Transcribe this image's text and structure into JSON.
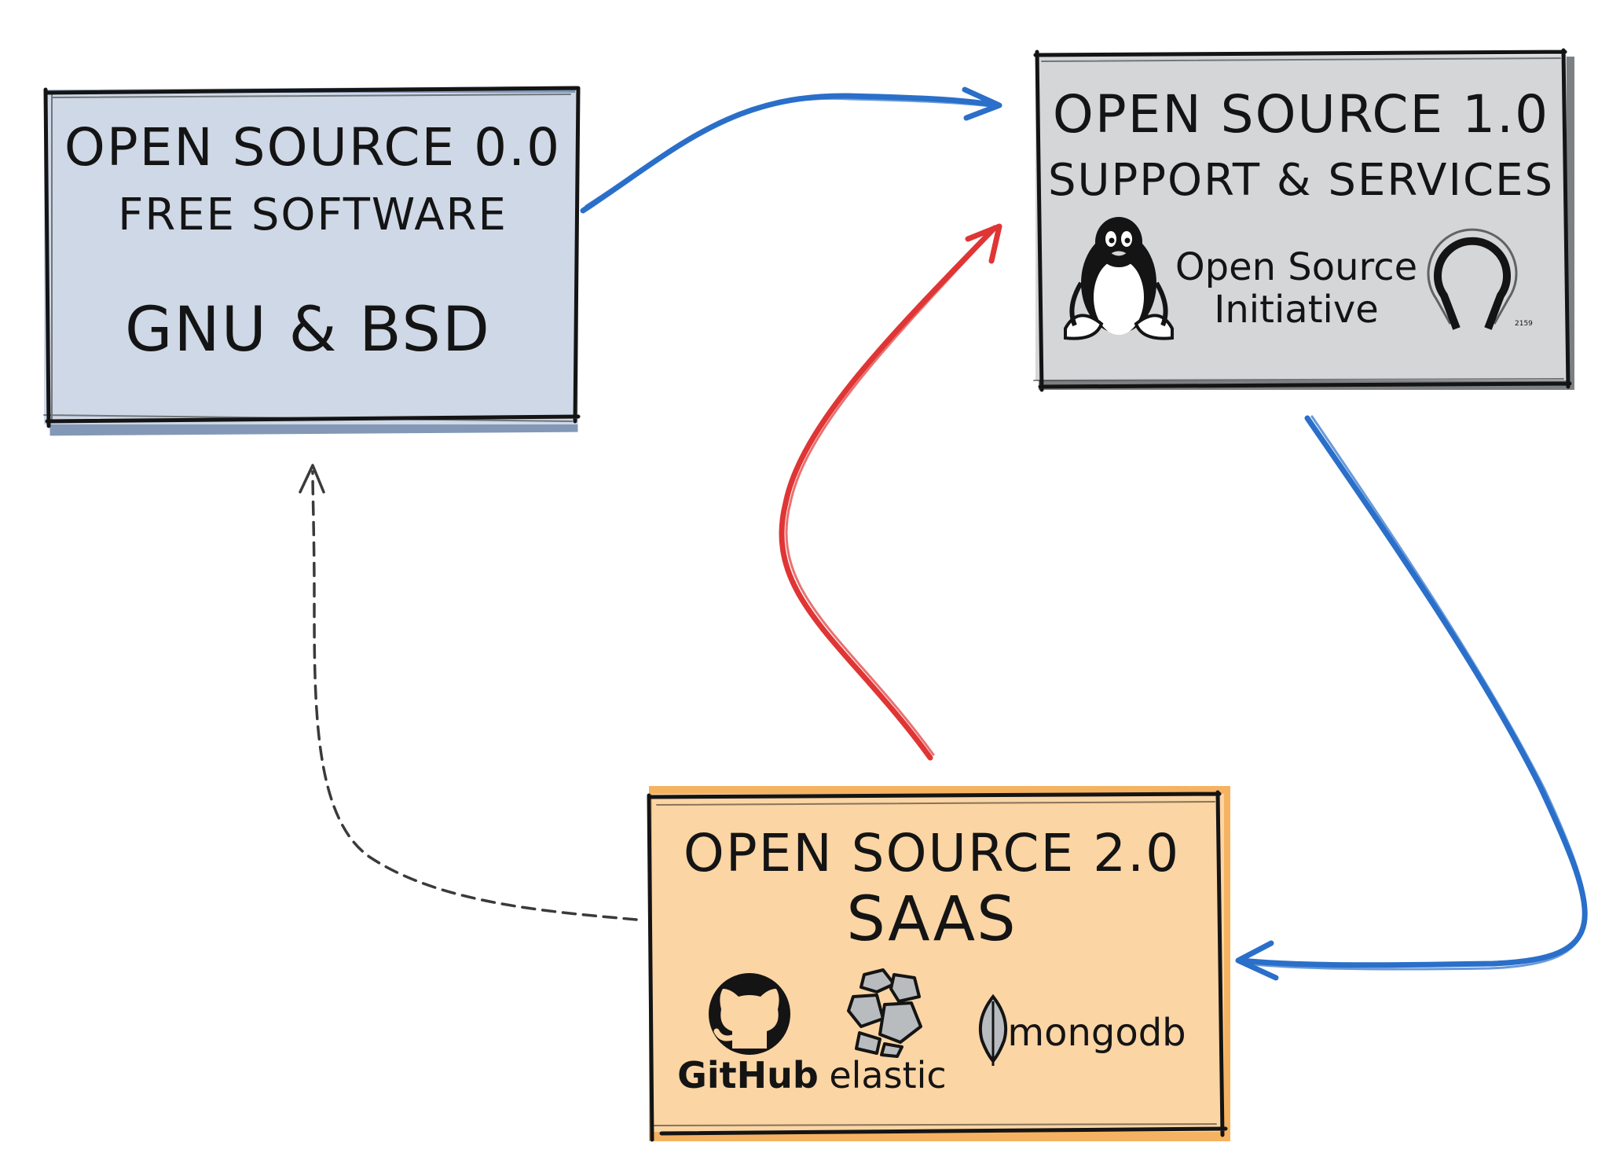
{
  "colors": {
    "blue_arrow": "#2a6fc9",
    "red_arrow": "#e03535",
    "dashed_arrow": "#3a3a3a",
    "box_blue_fill": "#cfd8e6",
    "box_blue_shadow": "#8298b6",
    "box_gray_fill": "#d4d6d8",
    "box_gray_shadow": "#7d8083",
    "box_orange_fill": "#fbd5a4",
    "box_orange_shadow": "#f5b361",
    "ink": "#141414"
  },
  "nodes": {
    "os0": {
      "title": "OPEN SOURCE 0.0",
      "subtitle": "FREE SOFTWARE",
      "detail": "GNU & BSD"
    },
    "os1": {
      "title": "OPEN SOURCE 1.0",
      "subtitle": "SUPPORT & SERVICES",
      "osi_line1": "Open Source",
      "osi_line2": "Initiative",
      "osi_mark": "2159",
      "logos": [
        "tux-penguin-icon",
        "osi-keyhole-icon"
      ]
    },
    "os2": {
      "title": "OPEN SOURCE 2.0",
      "subtitle": "SAAS",
      "github_label": "GitHub",
      "elastic_label": "elastic",
      "mongodb_label": "mongodb",
      "logos": [
        "github-octocat-icon",
        "elastic-cluster-icon",
        "mongodb-leaf-icon"
      ]
    }
  },
  "edges": [
    {
      "from": "os0",
      "to": "os1",
      "style": "solid",
      "color": "blue"
    },
    {
      "from": "os1",
      "to": "os2",
      "style": "solid",
      "color": "blue"
    },
    {
      "from": "os2",
      "to": "os1",
      "style": "solid",
      "color": "red"
    },
    {
      "from": "os2",
      "to": "os0",
      "style": "dashed",
      "color": "gray"
    }
  ]
}
